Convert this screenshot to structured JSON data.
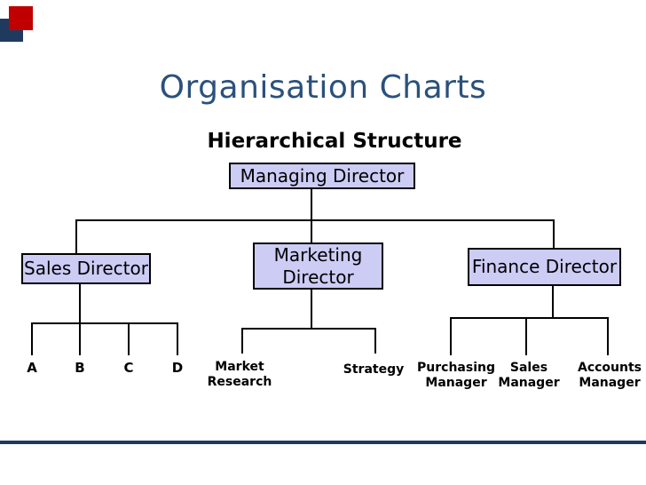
{
  "slide": {
    "title": "Organisation Charts",
    "subtitle": "Hierarchical Structure",
    "colors": {
      "title_text": "#2A517C",
      "box_fill": "#CCCCF5",
      "box_border": "#000000",
      "connector": "#000000",
      "bottom_rule": "#1F3A5E",
      "decor_red": "#C00000",
      "decor_navy": "#1F3A5E",
      "background": "#FFFFFF"
    },
    "decor": {
      "top_left_red_square": "red-square",
      "top_left_navy_square": "navy-square",
      "bottom_rule": "horizontal navy rule near slide bottom"
    }
  },
  "org": {
    "root": {
      "label": "Managing Director"
    },
    "branches": [
      {
        "label": "Sales Director",
        "children": [
          "A",
          "B",
          "C",
          "D"
        ]
      },
      {
        "label": "Marketing Director",
        "children": [
          "Market Research",
          "Strategy"
        ]
      },
      {
        "label": "Finance Director",
        "children": [
          "Purchasing Manager",
          "Sales Manager",
          "Accounts Manager"
        ]
      }
    ]
  }
}
